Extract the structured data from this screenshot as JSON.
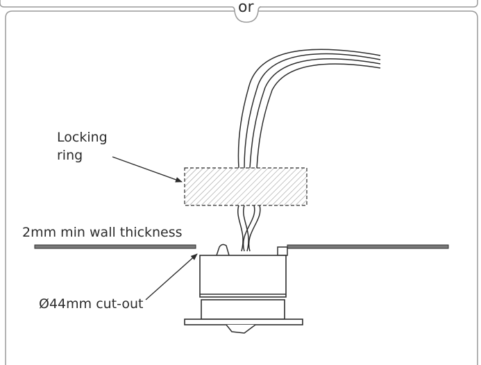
{
  "connector": "or",
  "labels": {
    "locking_ring_line1": "Locking",
    "locking_ring_line2": "ring",
    "wall_thickness": "2mm min wall thickness",
    "cut_out": "Ø44mm cut-out"
  },
  "colors": {
    "line": "#2b2b2b",
    "panel_border": "#9a9a9a",
    "wall": "#7a7a7a",
    "hatch": "#9a9a9a"
  }
}
